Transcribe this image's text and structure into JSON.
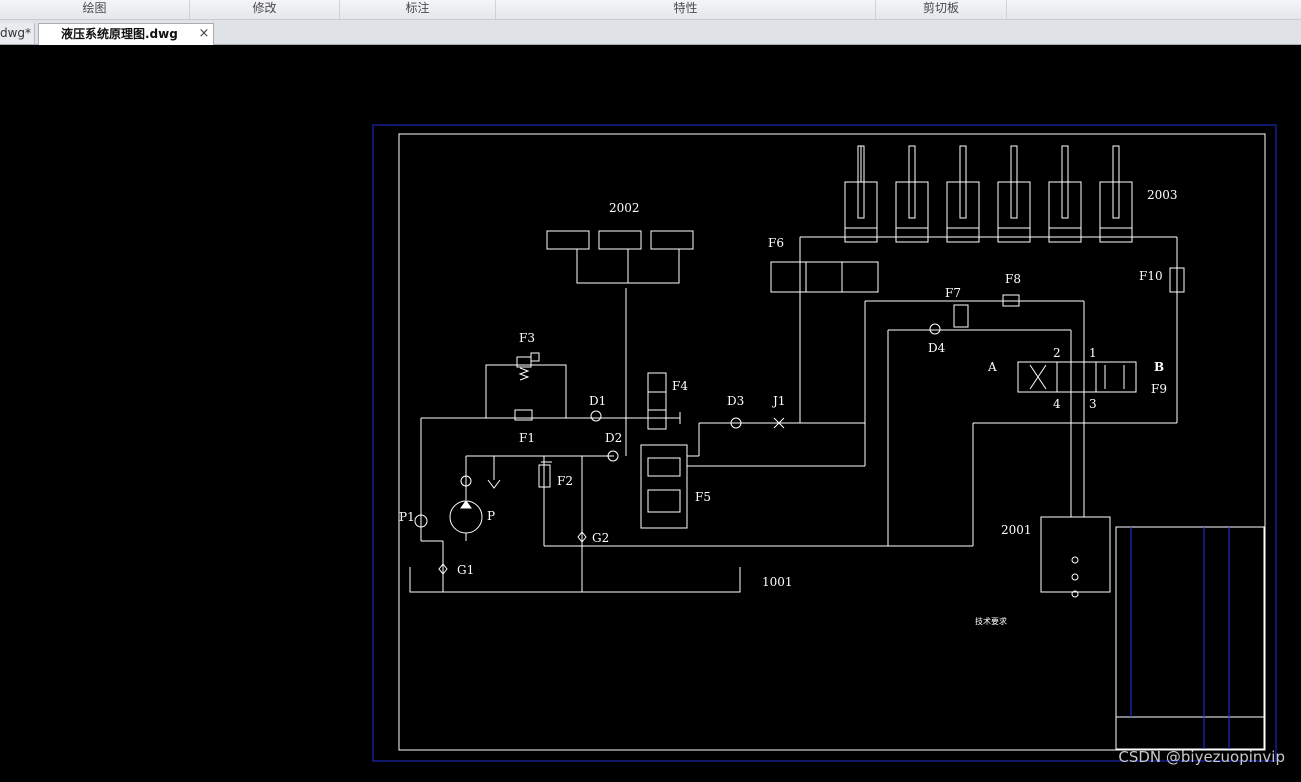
{
  "ribbon": {
    "groups": [
      "绘图",
      "修改",
      "标注",
      "特性",
      "剪切板"
    ]
  },
  "tabs": {
    "inactive_label": "dwg*",
    "active_label": "液压系统原理图.dwg",
    "close_symbol": "×"
  },
  "drawing": {
    "labels": {
      "tank": "1001",
      "cylinders_group": "2002",
      "actuators_group": "2003",
      "tank2": "2001",
      "F1": "F1",
      "F2": "F2",
      "F3": "F3",
      "F4": "F4",
      "F5": "F5",
      "F6": "F6",
      "F7": "F7",
      "F8": "F8",
      "F9": "F9",
      "F10": "F10",
      "D1": "D1",
      "D2": "D2",
      "D3": "D3",
      "D4": "D4",
      "J1": "J1",
      "P": "P",
      "P1": "P1",
      "G1": "G1",
      "G2": "G2",
      "port_A": "A",
      "port_B": "B",
      "port_1": "1",
      "port_2": "2",
      "port_3": "3",
      "port_4": "4"
    },
    "notes_title": "技术要求"
  },
  "watermark": "CSDN @biyezuopinvip",
  "colors": {
    "canvas": "#000000",
    "lines": "#ffffff",
    "sheet_border": "#1f2bd6",
    "title_block_blue": "#2030ff"
  }
}
